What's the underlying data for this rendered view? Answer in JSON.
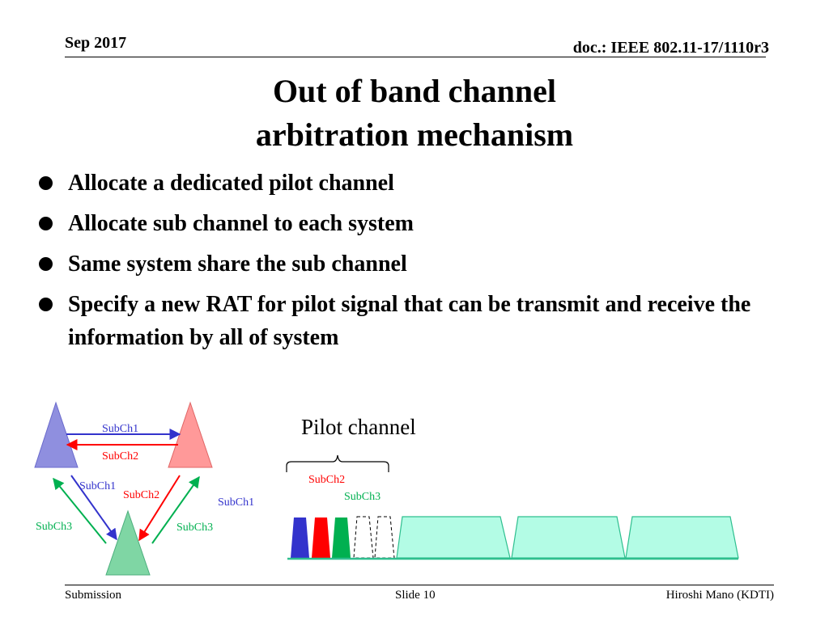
{
  "header": {
    "date": "Sep 2017",
    "doc": "doc.: IEEE 802.11-17/1110r3"
  },
  "title": {
    "line1": "Out of band channel",
    "line2": "arbitration mechanism"
  },
  "bullets": [
    "Allocate a dedicated pilot channel",
    "Allocate sub channel to each system",
    "Same system share the sub channel",
    "Specify a new RAT for pilot signal that can be transmit and receive the information by all of system"
  ],
  "diagram": {
    "triangle_labels": {
      "top_arrow": "SubCh1",
      "second_arrow": "SubCh2",
      "left_outer": "SubCh3",
      "left_inner_1": "SubCh1",
      "left_inner_2": "SubCh2",
      "right_inner": "SubCh1",
      "right_outer": "SubCh3"
    },
    "spectrum": {
      "pilot_label": "Pilot channel",
      "subch2": "SubCh2",
      "subch3": "SubCh3"
    },
    "colors": {
      "blue": "#3333cc",
      "red": "#ff0000",
      "green": "#00b050",
      "triangle_blue": "#8f8fdf",
      "triangle_red": "#ff9999",
      "triangle_green": "#7fd6a4",
      "band_fill": "#b3fce5",
      "band_stroke": "#2fbf8f"
    }
  },
  "footer": {
    "left": "Submission",
    "center": "Slide 10",
    "right": "Hiroshi Mano (KDTI)"
  }
}
